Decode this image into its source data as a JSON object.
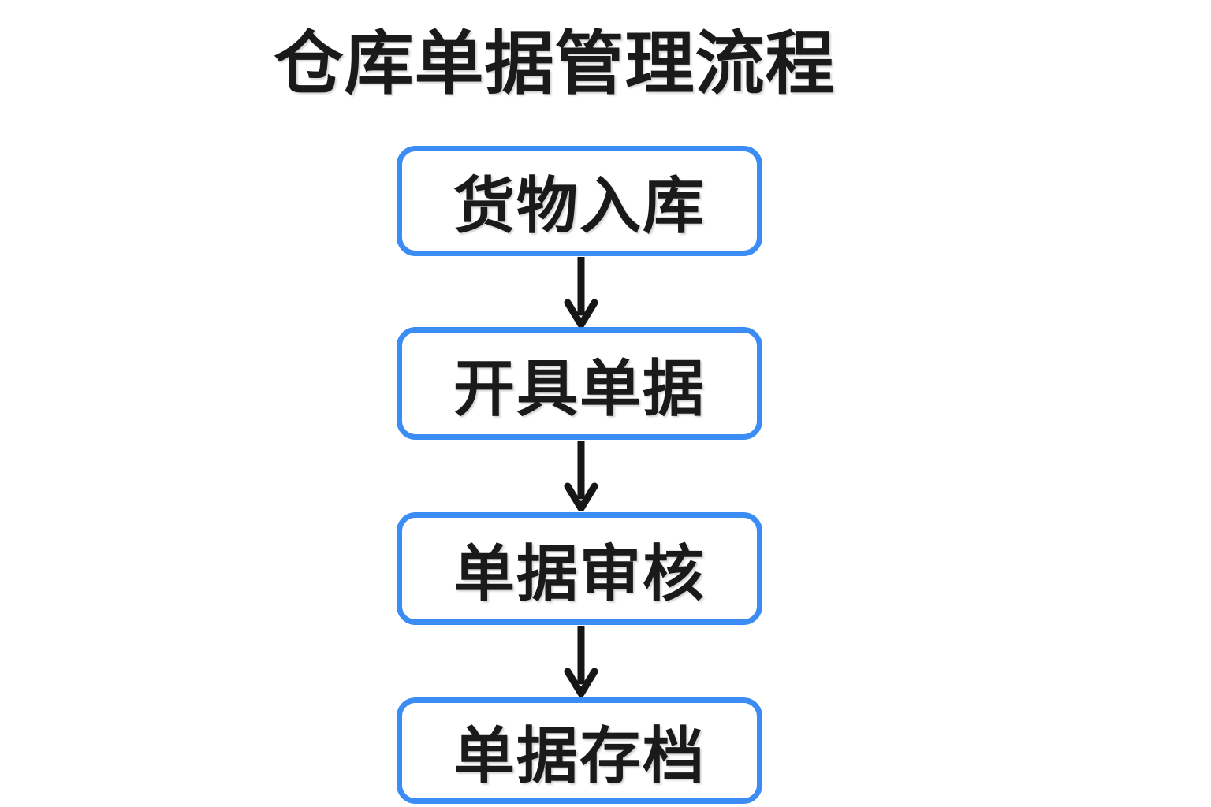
{
  "title": "仓库单据管理流程",
  "flowchart": {
    "nodes": [
      {
        "label": "货物入库"
      },
      {
        "label": "开具单据"
      },
      {
        "label": "单据审核"
      },
      {
        "label": "单据存档"
      }
    ],
    "arrow_count": 3,
    "colors": {
      "node_border": "#3b8cf5",
      "node_background": "#ffffff",
      "text": "#1a1a1a",
      "arrow": "#161616",
      "page_background": "#ffffff"
    }
  }
}
